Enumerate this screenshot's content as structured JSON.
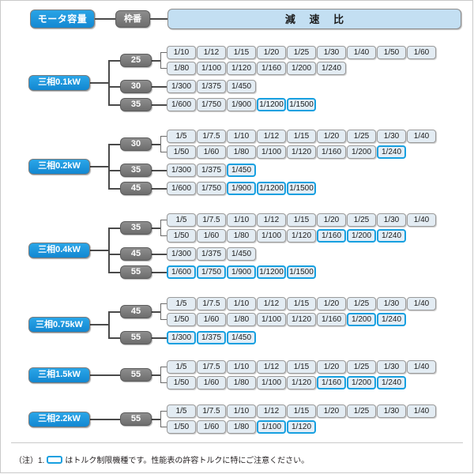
{
  "header": {
    "motor_label": "モータ容量",
    "frame_label": "枠番",
    "ratio_label": "減 速 比"
  },
  "colors": {
    "accent_blue": "#1488d2",
    "highlight_blue": "#17a0e0",
    "frame_gray": "#6e6e6e",
    "ratio_band": "#c3dff2",
    "chip_fill": "#e3ecf3"
  },
  "footnote": {
    "prefix": "（注）1.",
    "swatch": "torque-limit-swatch",
    "text": "はトルク制限機種です。性能表の許容トルクに特にご注意ください。"
  },
  "groups": [
    {
      "capacity": "三相0.1kW",
      "frames": [
        {
          "size": "25",
          "rows": [
            [
              {
                "v": "1/10",
                "hl": false
              },
              {
                "v": "1/12",
                "hl": false
              },
              {
                "v": "1/15",
                "hl": false
              },
              {
                "v": "1/20",
                "hl": false
              },
              {
                "v": "1/25",
                "hl": false
              },
              {
                "v": "1/30",
                "hl": false
              },
              {
                "v": "1/40",
                "hl": false
              },
              {
                "v": "1/50",
                "hl": false
              },
              {
                "v": "1/60",
                "hl": false
              }
            ],
            [
              {
                "v": "1/80",
                "hl": false
              },
              {
                "v": "1/100",
                "hl": false
              },
              {
                "v": "1/120",
                "hl": false
              },
              {
                "v": "1/160",
                "hl": false
              },
              {
                "v": "1/200",
                "hl": false
              },
              {
                "v": "1/240",
                "hl": false
              }
            ]
          ]
        },
        {
          "size": "30",
          "rows": [
            [
              {
                "v": "1/300",
                "hl": false
              },
              {
                "v": "1/375",
                "hl": false
              },
              {
                "v": "1/450",
                "hl": false
              }
            ]
          ]
        },
        {
          "size": "35",
          "rows": [
            [
              {
                "v": "1/600",
                "hl": false
              },
              {
                "v": "1/750",
                "hl": false
              },
              {
                "v": "1/900",
                "hl": false
              },
              {
                "v": "1/1200",
                "hl": true
              },
              {
                "v": "1/1500",
                "hl": true
              }
            ]
          ]
        }
      ]
    },
    {
      "capacity": "三相0.2kW",
      "frames": [
        {
          "size": "30",
          "rows": [
            [
              {
                "v": "1/5",
                "hl": false
              },
              {
                "v": "1/7.5",
                "hl": false
              },
              {
                "v": "1/10",
                "hl": false
              },
              {
                "v": "1/12",
                "hl": false
              },
              {
                "v": "1/15",
                "hl": false
              },
              {
                "v": "1/20",
                "hl": false
              },
              {
                "v": "1/25",
                "hl": false
              },
              {
                "v": "1/30",
                "hl": false
              },
              {
                "v": "1/40",
                "hl": false
              }
            ],
            [
              {
                "v": "1/50",
                "hl": false
              },
              {
                "v": "1/60",
                "hl": false
              },
              {
                "v": "1/80",
                "hl": false
              },
              {
                "v": "1/100",
                "hl": false
              },
              {
                "v": "1/120",
                "hl": false
              },
              {
                "v": "1/160",
                "hl": false
              },
              {
                "v": "1/200",
                "hl": false
              },
              {
                "v": "1/240",
                "hl": true
              }
            ]
          ]
        },
        {
          "size": "35",
          "rows": [
            [
              {
                "v": "1/300",
                "hl": false
              },
              {
                "v": "1/375",
                "hl": false
              },
              {
                "v": "1/450",
                "hl": true
              }
            ]
          ]
        },
        {
          "size": "45",
          "rows": [
            [
              {
                "v": "1/600",
                "hl": false
              },
              {
                "v": "1/750",
                "hl": false
              },
              {
                "v": "1/900",
                "hl": true
              },
              {
                "v": "1/1200",
                "hl": true
              },
              {
                "v": "1/1500",
                "hl": true
              }
            ]
          ]
        }
      ]
    },
    {
      "capacity": "三相0.4kW",
      "frames": [
        {
          "size": "35",
          "rows": [
            [
              {
                "v": "1/5",
                "hl": false
              },
              {
                "v": "1/7.5",
                "hl": false
              },
              {
                "v": "1/10",
                "hl": false
              },
              {
                "v": "1/12",
                "hl": false
              },
              {
                "v": "1/15",
                "hl": false
              },
              {
                "v": "1/20",
                "hl": false
              },
              {
                "v": "1/25",
                "hl": false
              },
              {
                "v": "1/30",
                "hl": false
              },
              {
                "v": "1/40",
                "hl": false
              }
            ],
            [
              {
                "v": "1/50",
                "hl": false
              },
              {
                "v": "1/60",
                "hl": false
              },
              {
                "v": "1/80",
                "hl": false
              },
              {
                "v": "1/100",
                "hl": false
              },
              {
                "v": "1/120",
                "hl": false
              },
              {
                "v": "1/160",
                "hl": true
              },
              {
                "v": "1/200",
                "hl": true
              },
              {
                "v": "1/240",
                "hl": true
              }
            ]
          ]
        },
        {
          "size": "45",
          "rows": [
            [
              {
                "v": "1/300",
                "hl": false
              },
              {
                "v": "1/375",
                "hl": false
              },
              {
                "v": "1/450",
                "hl": false
              }
            ]
          ]
        },
        {
          "size": "55",
          "rows": [
            [
              {
                "v": "1/600",
                "hl": true
              },
              {
                "v": "1/750",
                "hl": true
              },
              {
                "v": "1/900",
                "hl": true
              },
              {
                "v": "1/1200",
                "hl": true
              },
              {
                "v": "1/1500",
                "hl": true
              }
            ]
          ]
        }
      ]
    },
    {
      "capacity": "三相0.75kW",
      "frames": [
        {
          "size": "45",
          "rows": [
            [
              {
                "v": "1/5",
                "hl": false
              },
              {
                "v": "1/7.5",
                "hl": false
              },
              {
                "v": "1/10",
                "hl": false
              },
              {
                "v": "1/12",
                "hl": false
              },
              {
                "v": "1/15",
                "hl": false
              },
              {
                "v": "1/20",
                "hl": false
              },
              {
                "v": "1/25",
                "hl": false
              },
              {
                "v": "1/30",
                "hl": false
              },
              {
                "v": "1/40",
                "hl": false
              }
            ],
            [
              {
                "v": "1/50",
                "hl": false
              },
              {
                "v": "1/60",
                "hl": false
              },
              {
                "v": "1/80",
                "hl": false
              },
              {
                "v": "1/100",
                "hl": false
              },
              {
                "v": "1/120",
                "hl": false
              },
              {
                "v": "1/160",
                "hl": false
              },
              {
                "v": "1/200",
                "hl": true
              },
              {
                "v": "1/240",
                "hl": true
              }
            ]
          ]
        },
        {
          "size": "55",
          "rows": [
            [
              {
                "v": "1/300",
                "hl": true
              },
              {
                "v": "1/375",
                "hl": true
              },
              {
                "v": "1/450",
                "hl": true
              }
            ]
          ]
        }
      ]
    },
    {
      "capacity": "三相1.5kW",
      "frames": [
        {
          "size": "55",
          "rows": [
            [
              {
                "v": "1/5",
                "hl": false
              },
              {
                "v": "1/7.5",
                "hl": false
              },
              {
                "v": "1/10",
                "hl": false
              },
              {
                "v": "1/12",
                "hl": false
              },
              {
                "v": "1/15",
                "hl": false
              },
              {
                "v": "1/20",
                "hl": false
              },
              {
                "v": "1/25",
                "hl": false
              },
              {
                "v": "1/30",
                "hl": false
              },
              {
                "v": "1/40",
                "hl": false
              }
            ],
            [
              {
                "v": "1/50",
                "hl": false
              },
              {
                "v": "1/60",
                "hl": false
              },
              {
                "v": "1/80",
                "hl": false
              },
              {
                "v": "1/100",
                "hl": false
              },
              {
                "v": "1/120",
                "hl": false
              },
              {
                "v": "1/160",
                "hl": true
              },
              {
                "v": "1/200",
                "hl": true
              },
              {
                "v": "1/240",
                "hl": true
              }
            ]
          ]
        }
      ]
    },
    {
      "capacity": "三相2.2kW",
      "frames": [
        {
          "size": "55",
          "rows": [
            [
              {
                "v": "1/5",
                "hl": false
              },
              {
                "v": "1/7.5",
                "hl": false
              },
              {
                "v": "1/10",
                "hl": false
              },
              {
                "v": "1/12",
                "hl": false
              },
              {
                "v": "1/15",
                "hl": false
              },
              {
                "v": "1/20",
                "hl": false
              },
              {
                "v": "1/25",
                "hl": false
              },
              {
                "v": "1/30",
                "hl": false
              },
              {
                "v": "1/40",
                "hl": false
              }
            ],
            [
              {
                "v": "1/50",
                "hl": false
              },
              {
                "v": "1/60",
                "hl": false
              },
              {
                "v": "1/80",
                "hl": false
              },
              {
                "v": "1/100",
                "hl": true
              },
              {
                "v": "1/120",
                "hl": true
              }
            ]
          ]
        }
      ]
    }
  ]
}
